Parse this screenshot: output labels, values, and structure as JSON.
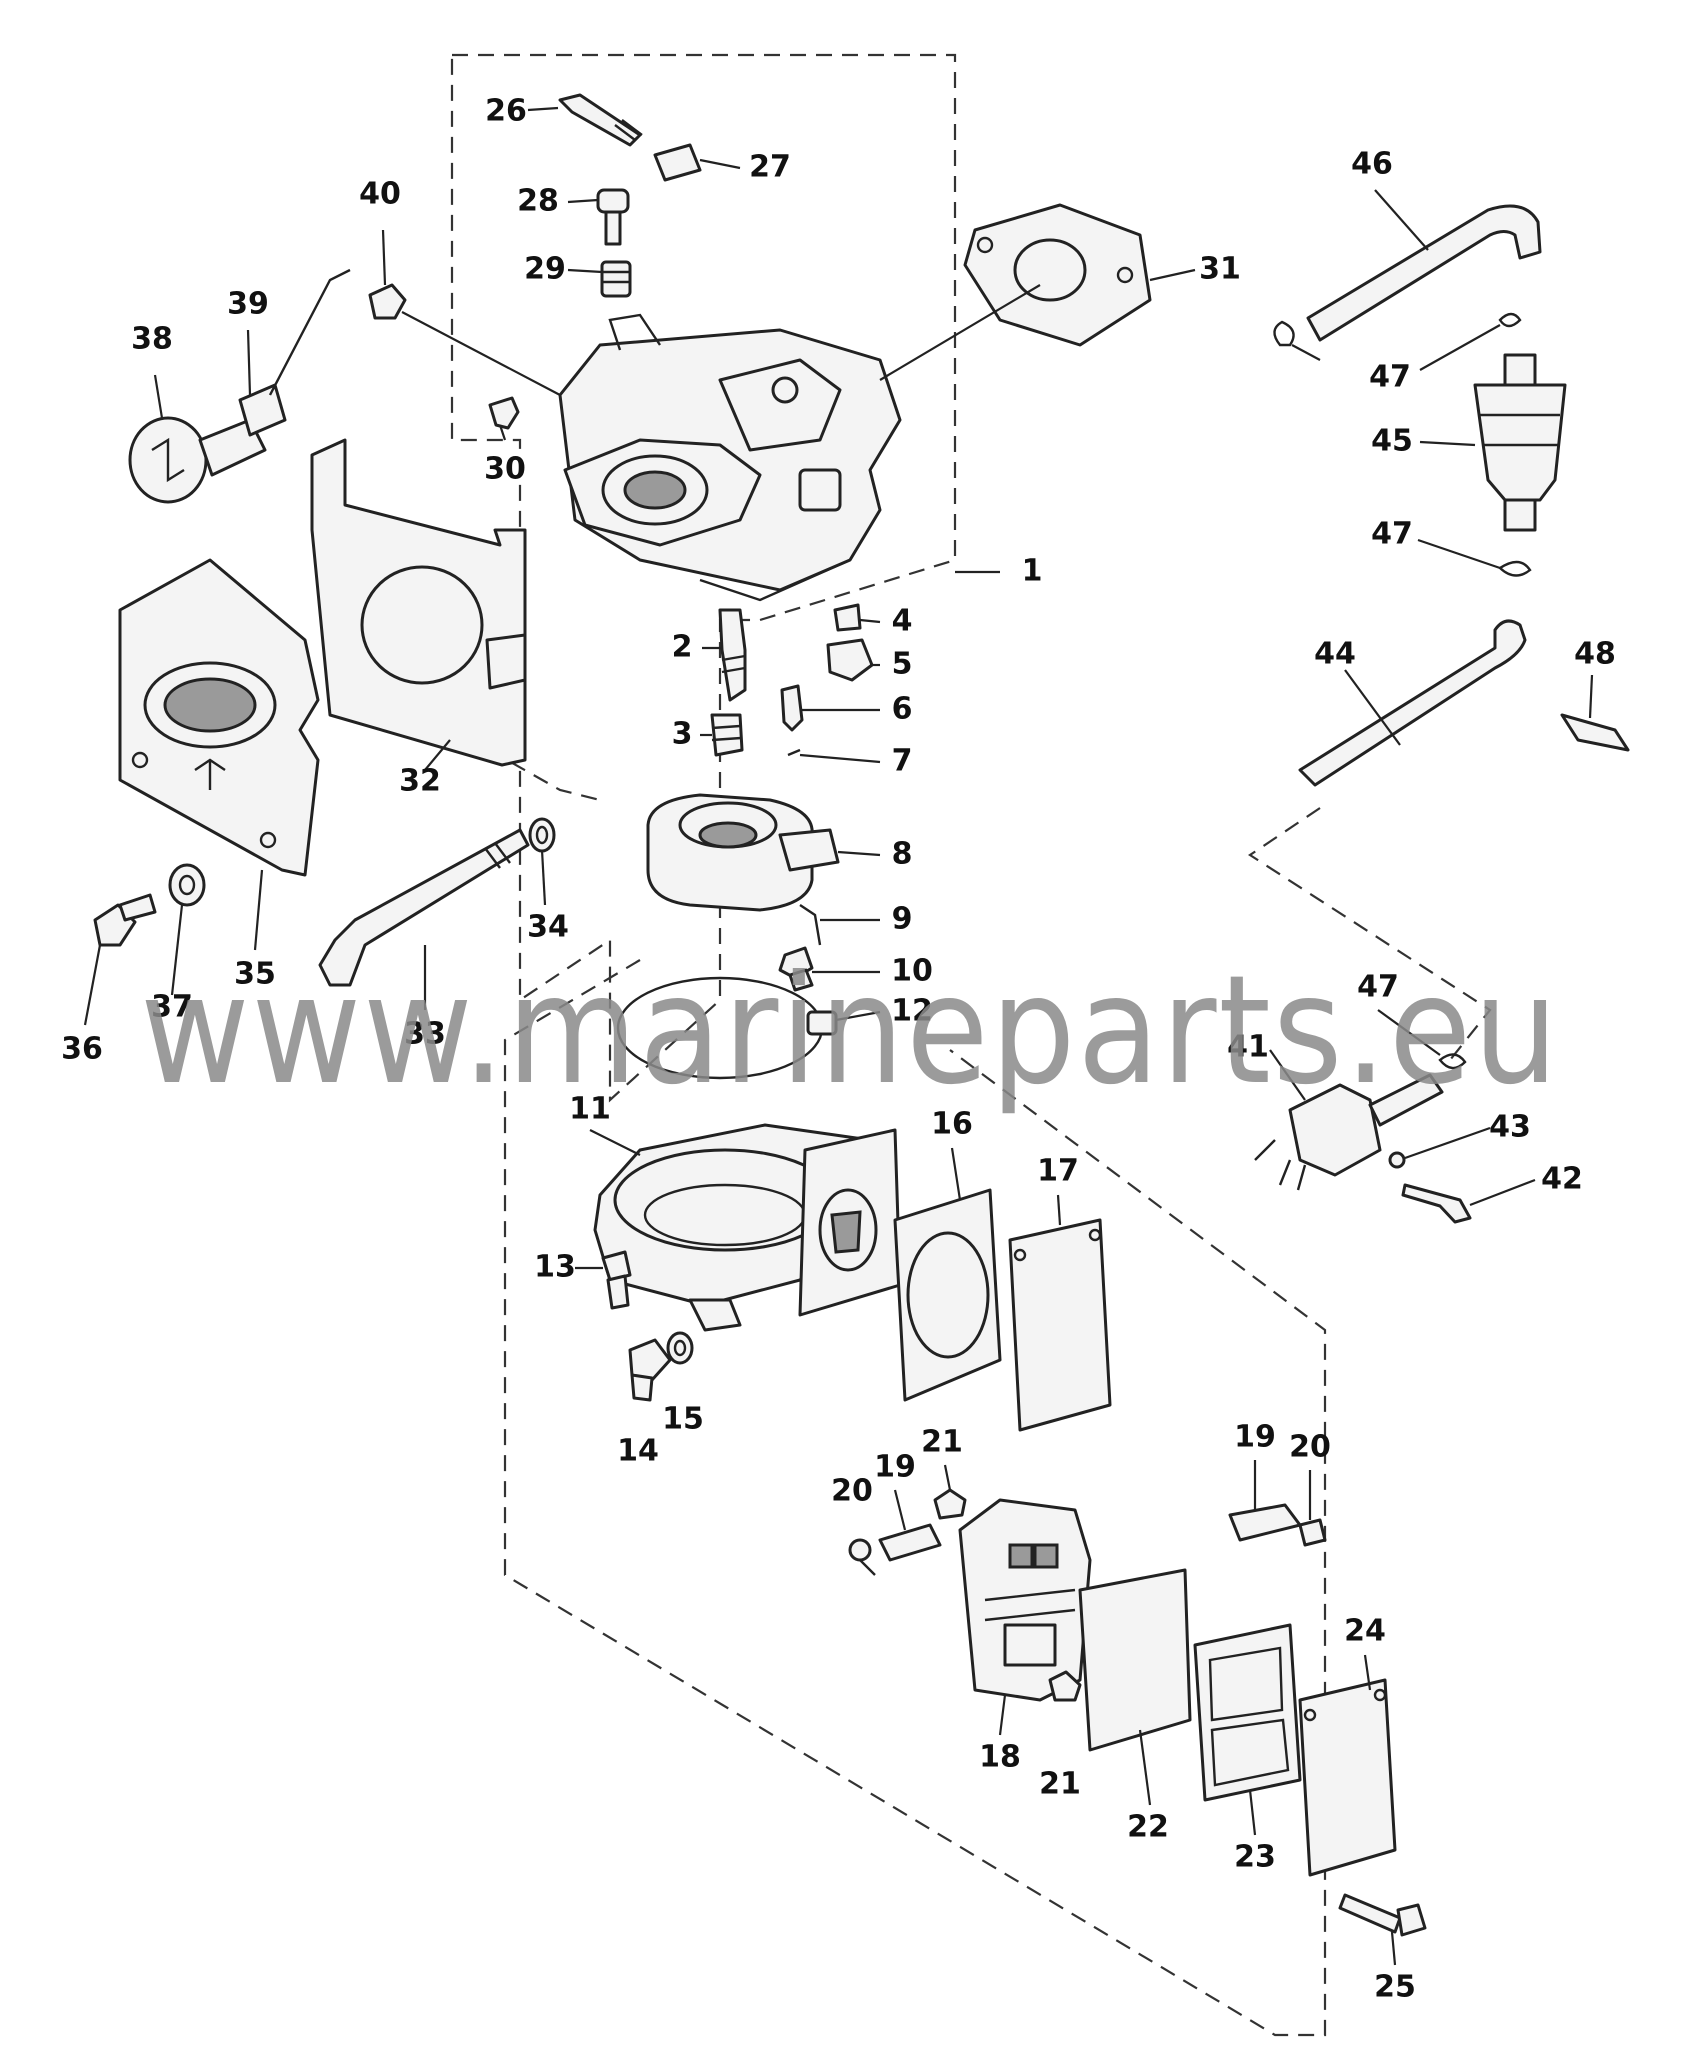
{
  "watermark": "www.marineparts.eu",
  "callouts": {
    "c1": "1",
    "c2": "2",
    "c3": "3",
    "c4": "4",
    "c5": "5",
    "c6": "6",
    "c7": "7",
    "c8": "8",
    "c9": "9",
    "c10": "10",
    "c12": "12",
    "c11": "11",
    "c13": "13",
    "c14": "14",
    "c15": "15",
    "c16": "16",
    "c17": "17",
    "c18": "18",
    "c19a": "19",
    "c19b": "19",
    "c20a": "20",
    "c20b": "20",
    "c21a": "21",
    "c21b": "21",
    "c22": "22",
    "c23": "23",
    "c24": "24",
    "c25": "25",
    "c26": "26",
    "c27": "27",
    "c28": "28",
    "c29": "29",
    "c30": "30",
    "c31": "31",
    "c32": "32",
    "c33": "33",
    "c34": "34",
    "c35": "35",
    "c36": "36",
    "c37": "37",
    "c38": "38",
    "c39": "39",
    "c40": "40",
    "c41": "41",
    "c42": "42",
    "c43": "43",
    "c44": "44",
    "c45": "45",
    "c46": "46",
    "c47a": "47",
    "c47b": "47",
    "c47c": "47",
    "c48": "48"
  },
  "colors": {
    "ink": "#222222",
    "watermark": "#8a8a8a",
    "background": "#ffffff"
  }
}
